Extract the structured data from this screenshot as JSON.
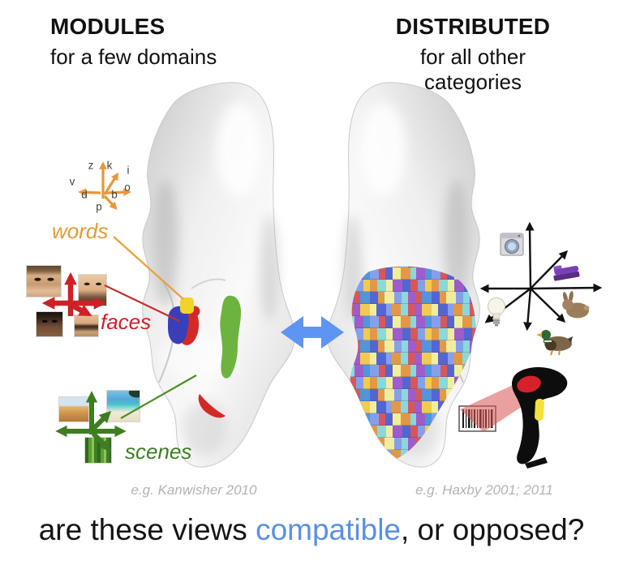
{
  "figure": {
    "left_title": "MODULES",
    "left_subtitle": "for a few domains",
    "right_title": "DISTRIBUTED",
    "right_subtitle": "for all other categories",
    "left_caption": "e.g. Kanwisher 2010",
    "right_caption": "e.g. Haxby 2001; 2011"
  },
  "modules_side": {
    "words_label": "words",
    "faces_label": "faces",
    "scenes_label": "scenes",
    "axis_letters": [
      "z",
      "k",
      "i",
      "v",
      "d",
      "b",
      "o",
      "p"
    ],
    "icons": [
      "word-axes-diagram",
      "face-photo",
      "scene-photo",
      "face-arrows",
      "scene-arrows"
    ]
  },
  "distributed_side": {
    "icons": [
      "object-space-axes",
      "washing-machine-icon",
      "stapler-icon",
      "lightbulb-icon",
      "rabbit-icon",
      "duck-icon",
      "barcode-scanner-icon",
      "barcode-icon"
    ]
  },
  "center": {
    "icon": "double-headed-arrow"
  },
  "question": {
    "prefix": "are these views ",
    "highlight": "compatible",
    "suffix": ", or opposed?"
  },
  "colors": {
    "words_orange": "#e39a37",
    "faces_red": "#cc2127",
    "scenes_green": "#3c7d22",
    "center_arrow_blue": "#5f95f2",
    "highlight_blue": "#5b8fe8",
    "caption_gray": "#b3b3b3",
    "patch_yellow": "#f3d229",
    "patch_blue": "#3a3fb8",
    "patch_red": "#d22b27",
    "patch_green": "#6cb43f",
    "mosaic_palette": [
      "#4a5fd0",
      "#7f9bec",
      "#e2933f",
      "#f0ee9a",
      "#86d6da",
      "#9a55c8",
      "#d64f52",
      "#4a90d9",
      "#f2c84b"
    ]
  }
}
